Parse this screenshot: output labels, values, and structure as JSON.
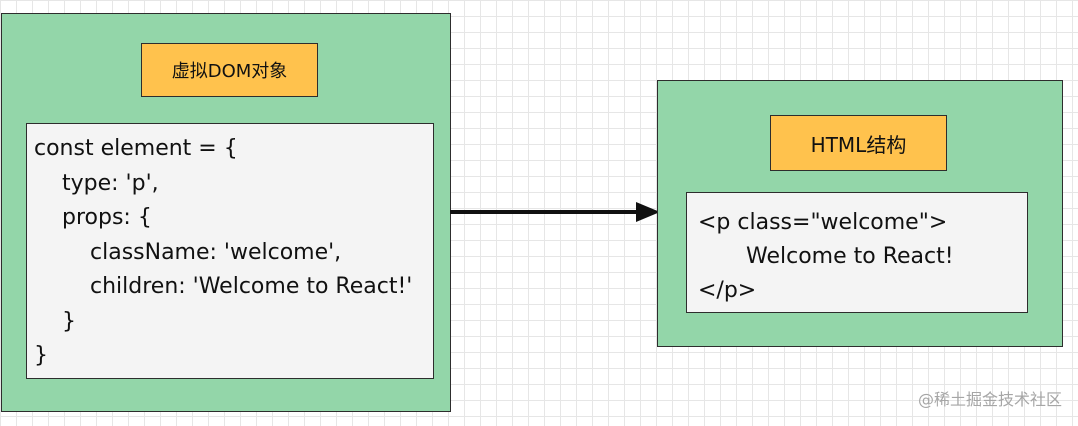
{
  "left_panel": {
    "title": "虚拟DOM对象",
    "code_lines": [
      "const element = {",
      "type: 'p',",
      "props: {",
      "className: 'welcome',",
      "children: 'Welcome to React!'",
      "}",
      "}"
    ]
  },
  "right_panel": {
    "title": "HTML结构",
    "code_lines": [
      "<p class=\"welcome\">",
      "Welcome to React!",
      "</p>"
    ]
  },
  "watermark": "@稀土掘金技术社区",
  "colors": {
    "panel_fill": "#93d6a9",
    "label_fill": "#ffc24d",
    "code_fill": "#f4f4f4",
    "arrow": "#111111"
  }
}
